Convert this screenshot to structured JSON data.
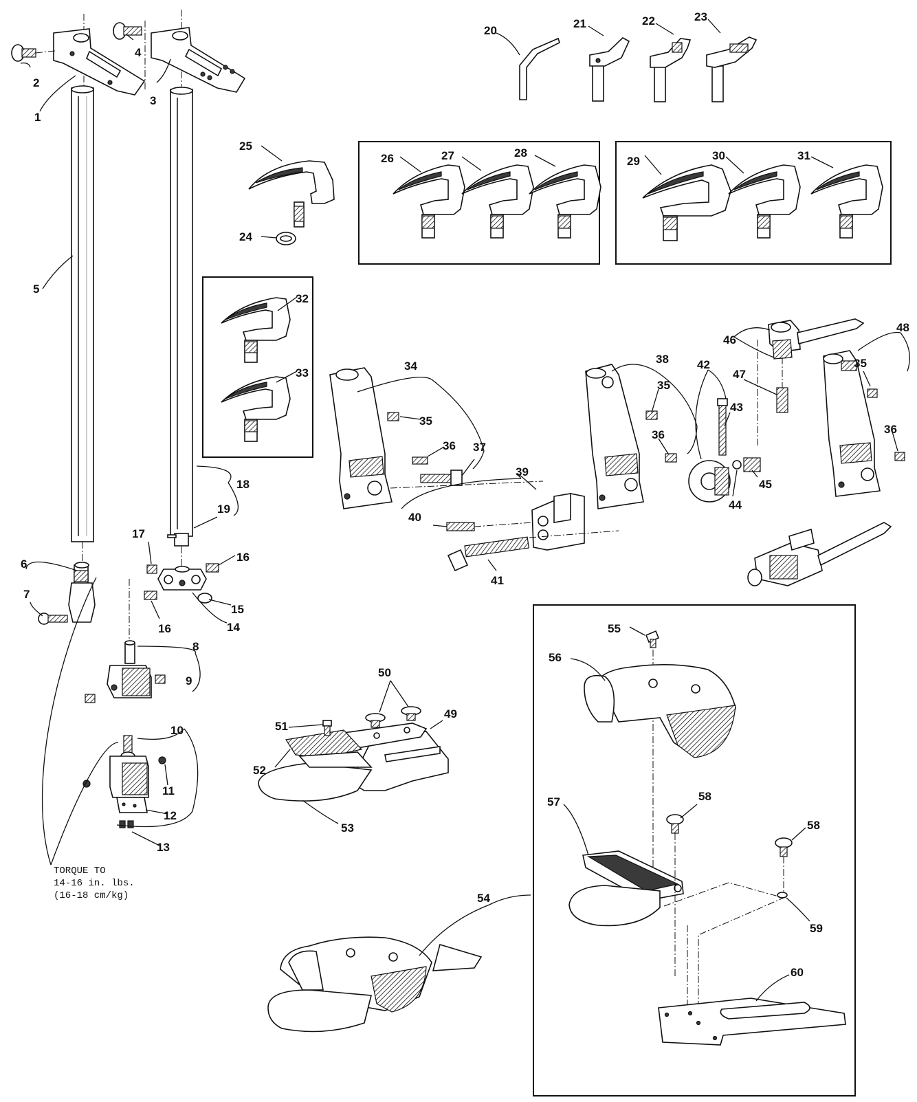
{
  "callouts": [
    {
      "n": "1"
    },
    {
      "n": "2"
    },
    {
      "n": "3"
    },
    {
      "n": "4"
    },
    {
      "n": "5"
    },
    {
      "n": "6"
    },
    {
      "n": "7"
    },
    {
      "n": "8"
    },
    {
      "n": "9"
    },
    {
      "n": "10"
    },
    {
      "n": "11"
    },
    {
      "n": "12"
    },
    {
      "n": "13"
    },
    {
      "n": "14"
    },
    {
      "n": "15"
    },
    {
      "n": "16"
    },
    {
      "n": "16"
    },
    {
      "n": "17"
    },
    {
      "n": "18"
    },
    {
      "n": "19"
    },
    {
      "n": "20"
    },
    {
      "n": "21"
    },
    {
      "n": "22"
    },
    {
      "n": "23"
    },
    {
      "n": "24"
    },
    {
      "n": "25"
    },
    {
      "n": "26"
    },
    {
      "n": "27"
    },
    {
      "n": "28"
    },
    {
      "n": "29"
    },
    {
      "n": "30"
    },
    {
      "n": "31"
    },
    {
      "n": "32"
    },
    {
      "n": "33"
    },
    {
      "n": "34"
    },
    {
      "n": "35"
    },
    {
      "n": "35"
    },
    {
      "n": "35"
    },
    {
      "n": "36"
    },
    {
      "n": "36"
    },
    {
      "n": "36"
    },
    {
      "n": "37"
    },
    {
      "n": "38"
    },
    {
      "n": "39"
    },
    {
      "n": "40"
    },
    {
      "n": "41"
    },
    {
      "n": "42"
    },
    {
      "n": "43"
    },
    {
      "n": "44"
    },
    {
      "n": "45"
    },
    {
      "n": "46"
    },
    {
      "n": "47"
    },
    {
      "n": "48"
    },
    {
      "n": "49"
    },
    {
      "n": "50"
    },
    {
      "n": "51"
    },
    {
      "n": "52"
    },
    {
      "n": "53"
    },
    {
      "n": "54"
    },
    {
      "n": "55"
    },
    {
      "n": "56"
    },
    {
      "n": "57"
    },
    {
      "n": "58"
    },
    {
      "n": "58"
    },
    {
      "n": "59"
    },
    {
      "n": "60"
    }
  ],
  "torque_note": {
    "line1": "TORQUE TO",
    "line2": "14-16 in. lbs.",
    "line3": "(16-18 cm/kg)"
  }
}
